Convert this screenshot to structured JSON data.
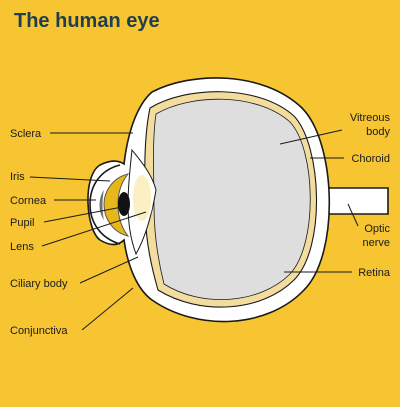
{
  "title": "The human eye",
  "labels": {
    "sclera": "Sclera",
    "iris": "Iris",
    "cornea": "Cornea",
    "pupil": "Pupil",
    "lens": "Lens",
    "ciliary_body": "Ciliary body",
    "conjunctiva": "Conjunctiva",
    "vitreous_line1": "Vitreous",
    "vitreous_line2": "body",
    "choroid": "Choroid",
    "optic_line1": "Optic",
    "optic_line2": "nerve",
    "retina": "Retina"
  },
  "colors": {
    "background": "#f6c531",
    "title": "#1f3f4f",
    "outline": "#1a1a1a",
    "eyeball_fill": "#dedede",
    "choroid_band": "#f3dd9e",
    "iris_yellow": "#e7b61a",
    "iris_dark": "#6f6f6f",
    "pupil": "#111111",
    "lens": "#fbf0c2"
  }
}
